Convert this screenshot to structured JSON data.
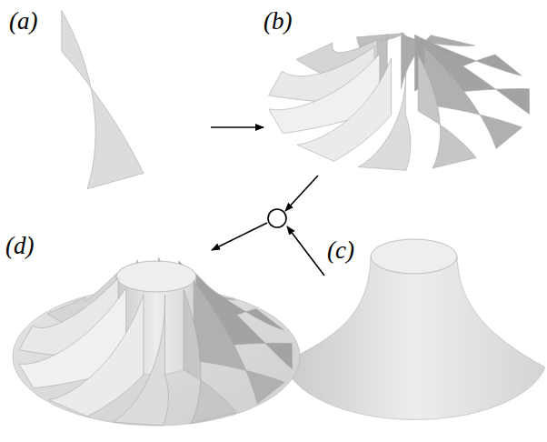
{
  "diagram": {
    "labels": [
      "(a)",
      "(b)",
      "(d)",
      "(c)"
    ]
  }
}
